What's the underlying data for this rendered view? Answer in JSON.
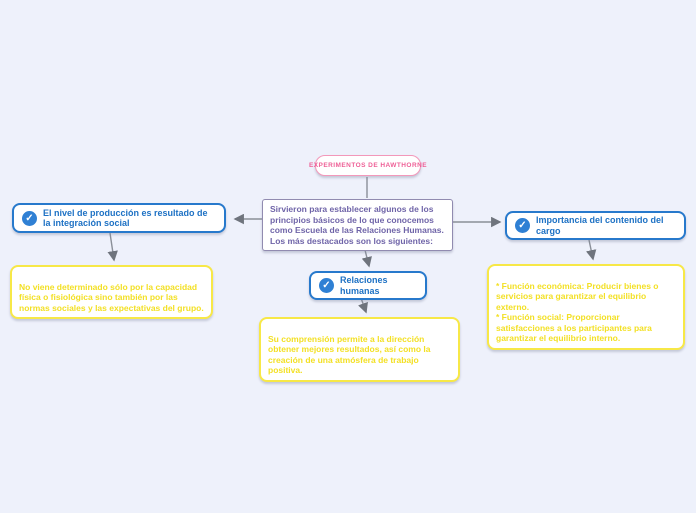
{
  "canvas": {
    "background_color": "#eef1fb",
    "arrow_color": "#8a8f98"
  },
  "root": {
    "label": "EXPERIMENTOS DE HAWTHORNE",
    "accent_color": "#ee5f96"
  },
  "intro": {
    "text": "Sirvieron para establecer algunos de los principios básicos de lo que conocemos como Escuela de las Relaciones Humanas. Los más destacados son los siguientes:",
    "accent_color": "#6f64a8"
  },
  "icons": {
    "check": "✓"
  },
  "colors": {
    "topic_blue": "#2779cc",
    "detail_yellow": "#f3e024",
    "root_pink": "#ee5f96",
    "intro_purple": "#6f64a8"
  },
  "branches": [
    {
      "title": "El nivel de producción es resultado de la integración social",
      "detail": "No viene determinado sólo por la capacidad física o fisiológica sino también por las normas sociales y las expectativas del grupo."
    },
    {
      "title": "Relaciones humanas",
      "detail": "Su comprensión permite a la dirección obtener mejores resultados, así como la creación de una atmósfera de trabajo positiva."
    },
    {
      "title": "Importancia del contenido del cargo",
      "detail": "* Función económica: Producir bienes o servicios para garantizar el equilibrio externo.\n* Función social: Proporcionar satisfacciones a los participantes para garantizar el equilibrio interno."
    }
  ]
}
